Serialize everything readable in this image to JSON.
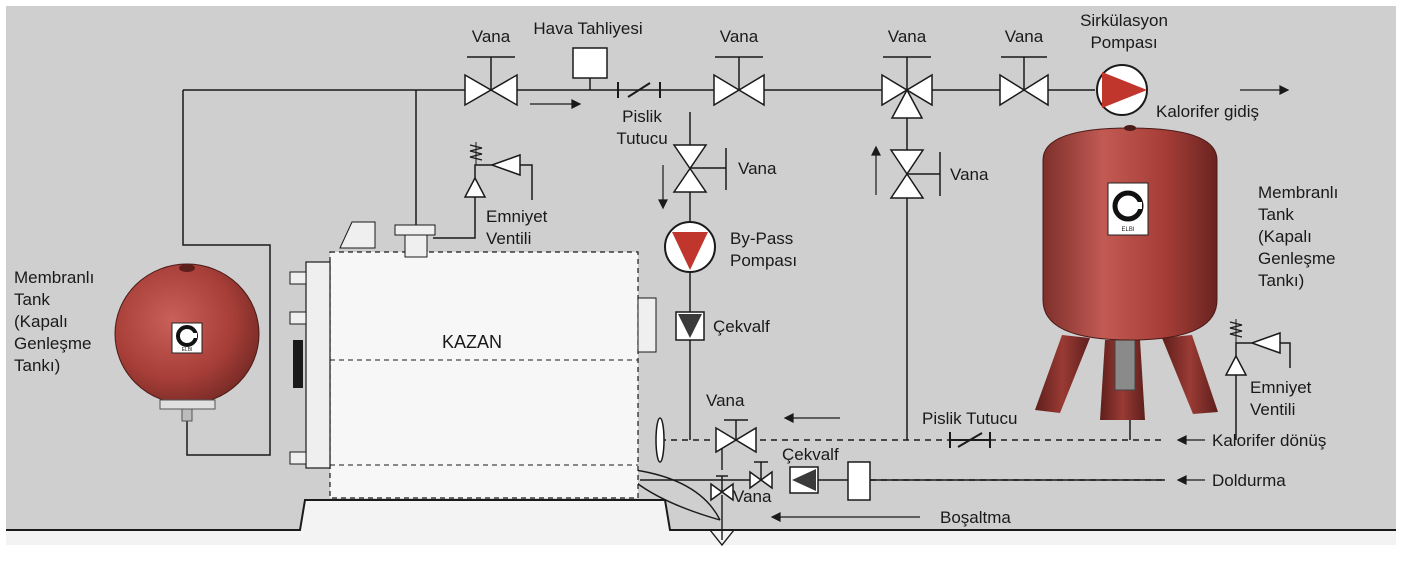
{
  "labels": {
    "vana_1": "Vana",
    "hava_tahliyesi": "Hava Tahliyesi",
    "vana_2": "Vana",
    "vana_3": "Vana",
    "vana_4": "Vana",
    "sirkulasyon_1": "Sirkülasyon",
    "sirkulasyon_2": "Pompası",
    "kalorifer_gidis": "Kalorifer gidiş",
    "pislik_tutucu_top_1": "Pislik",
    "pislik_tutucu_top_2": "Tutucu",
    "vana_bypass": "Vana",
    "vana_right_vertical": "Vana",
    "emniyet_left_1": "Emniyet",
    "emniyet_left_2": "Ventili",
    "bypass_pompasi_1": "By-Pass",
    "bypass_pompasi_2": "Pompası",
    "cekvalf_1": "Çekvalf",
    "kazan": "KAZAN",
    "tank_left_1": "Membranlı",
    "tank_left_2": "Tank",
    "tank_left_3": "(Kapalı",
    "tank_left_4": "Genleşme",
    "tank_left_5": "Tankı)",
    "tank_right_1": "Membranlı",
    "tank_right_2": "Tank",
    "tank_right_3": "(Kapalı",
    "tank_right_4": "Genleşme",
    "tank_right_5": "Tankı)",
    "emniyet_right_1": "Emniyet",
    "emniyet_right_2": "Ventili",
    "vana_return": "Vana",
    "pislik_tutucu_bottom": "Pislik Tutucu",
    "kalorifer_donus": "Kalorifer dönüş",
    "cekvalf_2": "Çekvalf",
    "doldurma": "Doldurma",
    "vana_fill": "Vana",
    "bosaltma": "Boşaltma",
    "tank_logo_text": "ELBI"
  },
  "colors": {
    "background": "#cfcfcf",
    "pipe": "#1a1a1a",
    "tank_red": "#b0443e",
    "tank_dark": "#7e2f2b",
    "pump_red": "#c0362d",
    "pedestal": "#d4d4d4"
  }
}
